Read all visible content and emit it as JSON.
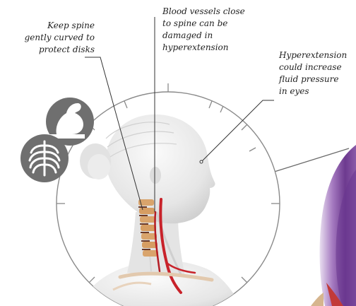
{
  "annotations": {
    "spine": "Keep spine\ngently curved to\nprotect disks",
    "vessels": "Blood vessels close\nto spine can be\ndamaged in\nhyperextension",
    "eyes": "Hyperextension\ncould increase\nfluid pressure\nin eyes"
  },
  "icons": {
    "strength": "flexed-arm-icon",
    "respiration": "ribcage-icon"
  },
  "colors": {
    "circle_outline": "#8a8a8a",
    "icon_fill": "#6f6f6f",
    "vessel_red": "#c8222a",
    "muscle_purple": "#7a3f9a",
    "vertebra_orange": "#d9a46c",
    "skin": "#ececec"
  }
}
